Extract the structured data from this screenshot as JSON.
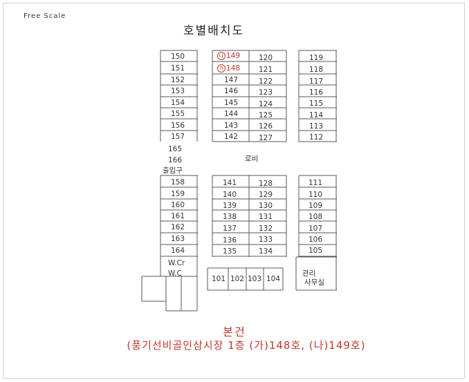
{
  "header": {
    "scale_text": "Free Scale",
    "title": "호별배치도"
  },
  "labels": {
    "lobby": "로비",
    "entrance": "출입구",
    "wc_cr": "W.Cr",
    "wc": "W.C",
    "office_line1": "관리",
    "office_line2": "사무실",
    "mark_ga": "가",
    "mark_na": "나"
  },
  "units": {
    "left_top": [
      "150",
      "151",
      "152",
      "153",
      "154",
      "155",
      "156",
      "157"
    ],
    "left_mid": [
      "165",
      "166"
    ],
    "left_bottom": [
      "158",
      "159",
      "160",
      "161",
      "162",
      "163",
      "164"
    ],
    "c1_top": [
      "149",
      "148",
      "147",
      "146",
      "145",
      "144",
      "143",
      "142"
    ],
    "c2_top": [
      "120",
      "121",
      "122",
      "123",
      "124",
      "125",
      "126",
      "127"
    ],
    "right_top": [
      "119",
      "118",
      "117",
      "116",
      "115",
      "114",
      "113",
      "112"
    ],
    "c1_bottom": [
      "141",
      "140",
      "139",
      "138",
      "137",
      "136",
      "135"
    ],
    "c2_bottom": [
      "128",
      "129",
      "130",
      "131",
      "132",
      "133",
      "134"
    ],
    "right_bottom": [
      "111",
      "110",
      "109",
      "108",
      "107",
      "106",
      "105"
    ],
    "bottom_row": [
      "101",
      "102",
      "103",
      "104"
    ]
  },
  "footer": {
    "heading": "본건",
    "description": "(풍기선비골인삼시장 1층 (가)148호, (나)149호)"
  },
  "colors": {
    "highlight": "#c0392b",
    "line": "#555555"
  }
}
